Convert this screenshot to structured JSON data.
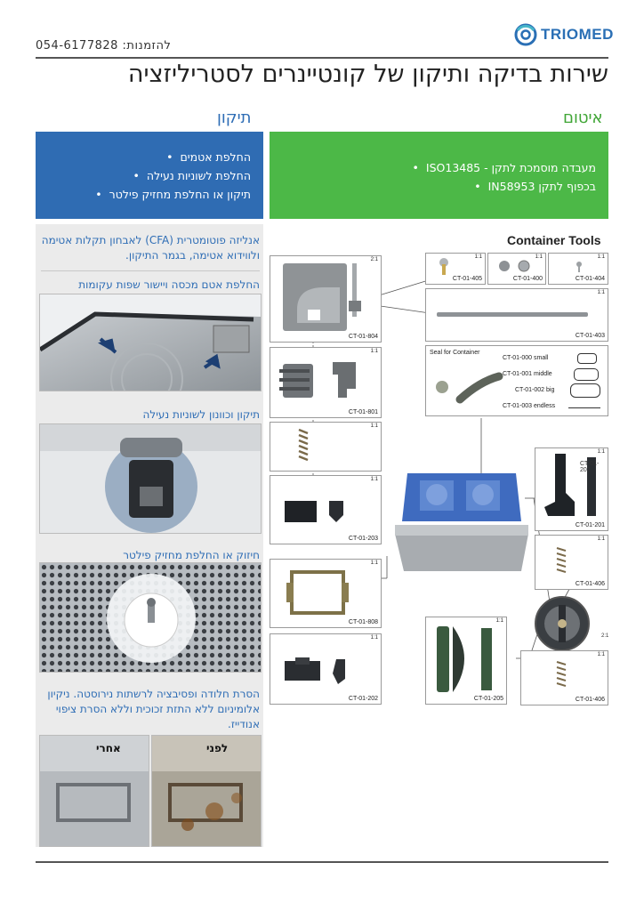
{
  "header": {
    "phone": "054-6177828 :להזמנות",
    "brand": "TRIOMED",
    "title": "שירות בדיקה ותיקון של קונטיינרים לסטריליזציה"
  },
  "repair": {
    "heading": "תיקון",
    "items": [
      "החלפת אטמים",
      "החלפת לשוניות נעילה",
      "תיקון או החלפת מחזיק פילטר"
    ]
  },
  "sealing": {
    "heading": "איטום",
    "items": [
      "מעבדה מוסמכת לתקן - ISO13485",
      "בכפוף לתקן IN58953"
    ]
  },
  "left": {
    "intro": "אנליזה פוטומטרית (CFA) לאבחון תקלות אטימה ולווידוא אטימה, בגמר התיקון.",
    "cap1": "החלפת אטם מכסה ויישור שפות עקומות",
    "cap2": "תיקון וכוונון לשוניות נעילה",
    "cap3": "חיזוק או החלפת מחזיק פילטר",
    "cap4": "הסרת חלודה ופסיבציה לרשתות נירוסטה. ניקיון אלומיניום ללא התזת זכוכית וללא הסרת ציפוי אנודייז.",
    "after": "אחרי",
    "before": "לפני"
  },
  "tools": {
    "title": "Container Tools",
    "seal_title": "Seal for Container",
    "seal_items": [
      "CT-01-000 small",
      "CT-01-001 middle",
      "CT-01-002 big",
      "CT-01-003 endless"
    ],
    "parts": {
      "p804": {
        "code": "CT-01-804",
        "scale": "2:1"
      },
      "p801": {
        "code": "CT-01-801",
        "scale": "1:1"
      },
      "p_spring": {
        "scale": "1:1"
      },
      "p203": {
        "code": "CT-01-203",
        "scale": "1:1"
      },
      "p808": {
        "code": "CT-01-808",
        "scale": "1:1"
      },
      "p202": {
        "code": "CT-01-202",
        "scale": "1:1"
      },
      "p405": {
        "code": "CT-01-405",
        "scale": "1:1"
      },
      "p400": {
        "code": "CT-01-400",
        "scale": "1:1"
      },
      "p404": {
        "code": "CT-01-404",
        "scale": "1:1"
      },
      "p403": {
        "code": "CT-01-403",
        "scale": "1:1"
      },
      "p201": {
        "code": "CT-01-201",
        "label2": "CT-01-202",
        "scale": "1:1"
      },
      "p406a": {
        "code": "CT-01-406",
        "scale": "1:1"
      },
      "p205": {
        "code": "CT-01-205",
        "scale": "1:1"
      },
      "p406b": {
        "code": "CT-01-406",
        "scale": "1:1"
      },
      "p_round": {
        "scale": "2:1"
      }
    }
  },
  "colors": {
    "blue": "#2f6cb3",
    "green": "#4cb847",
    "accent_text": "#2e6db5"
  }
}
